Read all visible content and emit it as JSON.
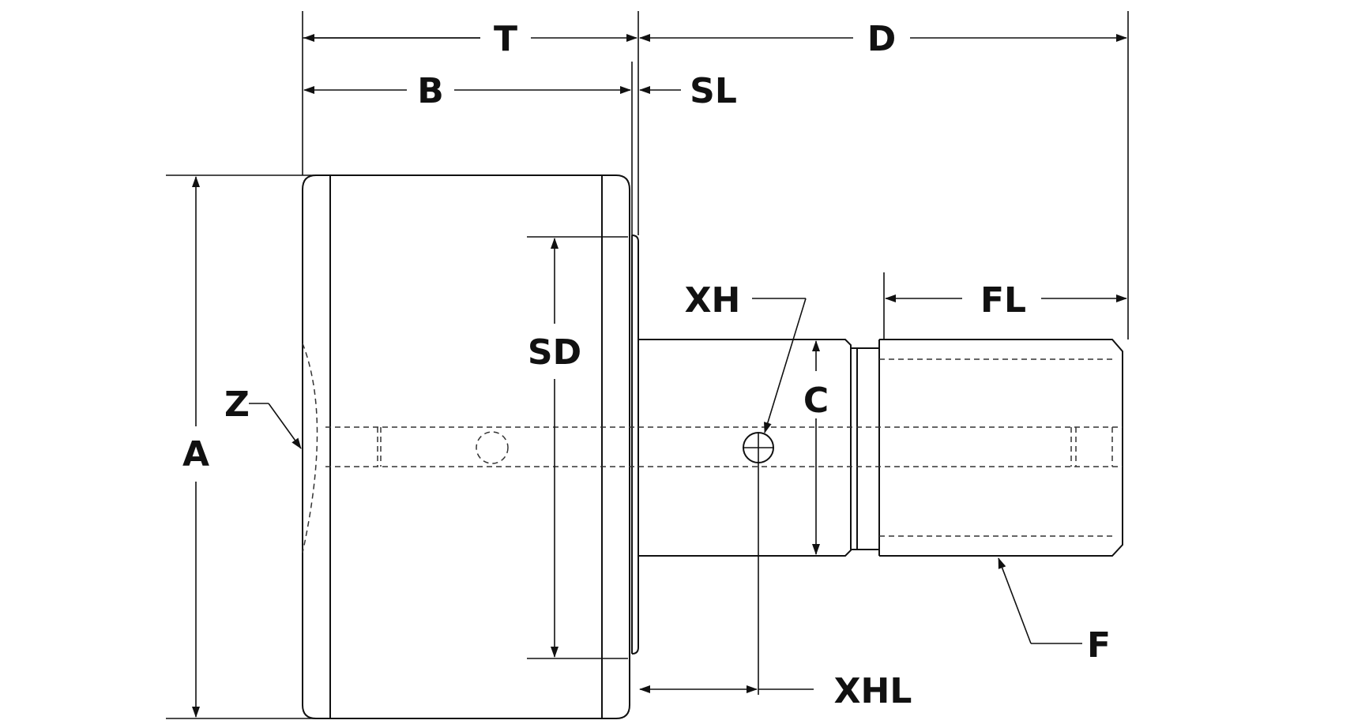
{
  "labels": {
    "T": "T",
    "D": "D",
    "B": "B",
    "SL": "SL",
    "XH": "XH",
    "FL": "FL",
    "SD": "SD",
    "C": "C",
    "Z": "Z",
    "A": "A",
    "F": "F",
    "XHL": "XHL"
  },
  "colors": {
    "ink": "#111111",
    "background": "#ffffff"
  }
}
